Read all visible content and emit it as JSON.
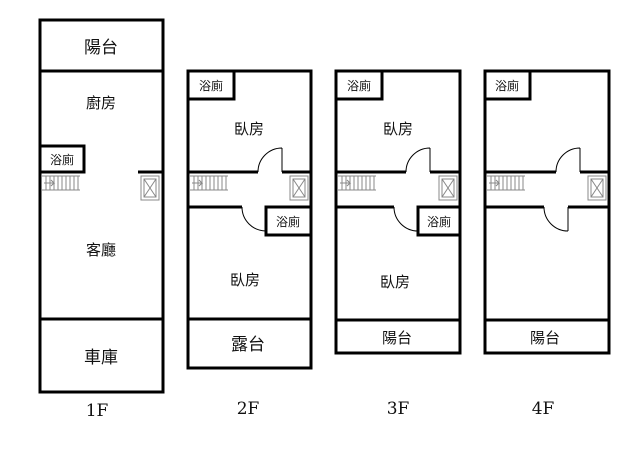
{
  "floors": [
    {
      "label": "1F",
      "rooms": {
        "balcony": "陽台",
        "kitchen": "廚房",
        "bath": "浴廁",
        "living": "客廳",
        "garage": "車庫"
      }
    },
    {
      "label": "2F",
      "rooms": {
        "bath_top": "浴廁",
        "bedroom_top": "臥房",
        "bath_mid": "浴廁",
        "bedroom_bottom": "臥房",
        "terrace": "露台"
      }
    },
    {
      "label": "3F",
      "rooms": {
        "bath_top": "浴廁",
        "bedroom_top": "臥房",
        "bath_mid": "浴廁",
        "bedroom_bottom": "臥房",
        "balcony": "陽台"
      }
    },
    {
      "label": "4F",
      "rooms": {
        "bath_top": "浴廁",
        "balcony": "陽台"
      }
    }
  ]
}
